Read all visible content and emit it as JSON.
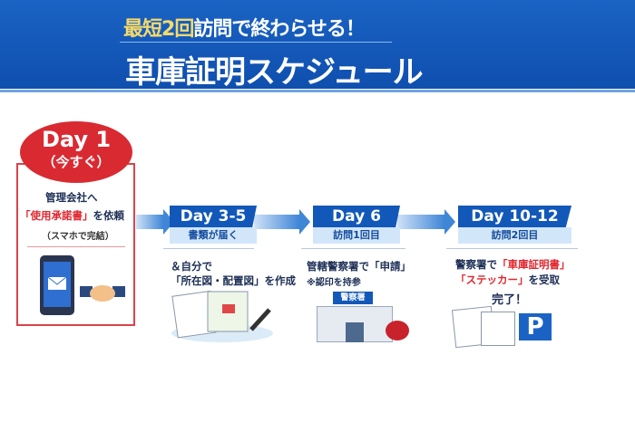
{
  "header": {
    "subtitle_pre": "最短",
    "subtitle_num": "2回",
    "subtitle_post": "訪問で終わらせる！",
    "title": "車庫証明スケジュール"
  },
  "steps": [
    {
      "day": "Day 1",
      "sub": "（今すぐ）",
      "line1": "管理会社へ",
      "line2_red": "「使用承諾書」",
      "line2_post": "を依頼",
      "line3": "（スマホで完結）"
    },
    {
      "day": "Day 3-5",
      "label": "書類が届く",
      "line1": "＆自分で",
      "line2": "「所在図・配置図」を作成"
    },
    {
      "day": "Day 6",
      "label": "訪問1回目",
      "line1_pre": "管轄警察署で",
      "line1_red": "「申請」",
      "line2": "※認印を持参",
      "sign": "警察署"
    },
    {
      "day": "Day 10-12",
      "label": "訪問2回目",
      "line1_pre": "警察署で",
      "line1_red": "「車庫証明書」",
      "line2_red": "「ステッカー」",
      "line2_post": "を受取",
      "line3": "完了！",
      "parking": "P"
    }
  ],
  "colors": {
    "blue": "#1258b8",
    "red": "#d92a32",
    "yellow": "#f5d96b"
  }
}
